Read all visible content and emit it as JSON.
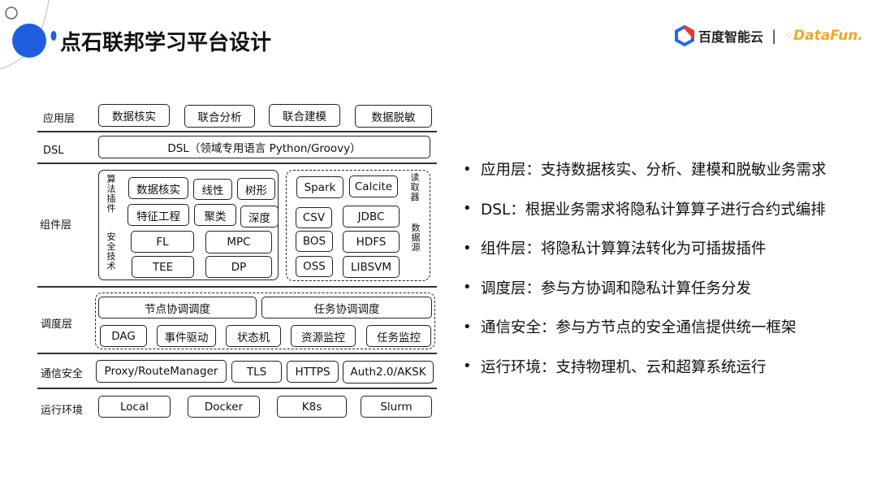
{
  "header": {
    "title": "点石联邦学习平台设计",
    "logo_baidu": "百度智能云",
    "logo_separator": "|",
    "logo_datafun": "DataFun."
  },
  "layers": {
    "app": "应用层",
    "dsl": "DSL",
    "component": "组件层",
    "schedule": "调度层",
    "comm": "通信安全",
    "runtime": "运行环境"
  },
  "app_boxes": [
    "数据核实",
    "联合分析",
    "联合建模",
    "数据脱敏"
  ],
  "dsl_box": "DSL（领域专用语言 Python/Groovy）",
  "component": {
    "algo_label": "算法插件",
    "sec_label": "安全技术",
    "algo_row1": [
      "数据核实",
      "线性",
      "树形"
    ],
    "algo_row2": [
      "特征工程",
      "聚类",
      "深度"
    ],
    "sec_row1": [
      "FL",
      "MPC"
    ],
    "sec_row2": [
      "TEE",
      "DP"
    ],
    "reader_label": "读取器",
    "reader_items": [
      "Spark",
      "Calcite"
    ],
    "source_label": "数据源",
    "source_row1": [
      "CSV",
      "JDBC"
    ],
    "source_row2": [
      "BOS",
      "HDFS"
    ],
    "source_row3": [
      "OSS",
      "LIBSVM"
    ]
  },
  "schedule": {
    "top": [
      "节点协调调度",
      "任务协调调度"
    ],
    "bottom": [
      "DAG",
      "事件驱动",
      "状态机",
      "资源监控",
      "任务监控"
    ]
  },
  "comm_boxes": [
    "Proxy/RouteManager",
    "TLS",
    "HTTPS",
    "Auth2.0/AKSK"
  ],
  "runtime_boxes": [
    "Local",
    "Docker",
    "K8s",
    "Slurm"
  ],
  "bullets": [
    "应用层：支持数据核实、分析、建模和脱敏业务需求",
    "DSL：根据业务需求将隐私计算算子进行合约式编排",
    "组件层：将隐私计算算法转化为可插拔插件",
    "调度层：参与方协调和隐私计算任务分发",
    "通信安全：参与方节点的安全通信提供统一框架",
    "运行环境：支持物理机、云和超算系统运行"
  ],
  "colors": {
    "accent_blue": "#1e5fe0",
    "baidu_red": "#e83b2f",
    "baidu_blue": "#2468f2",
    "datafun_orange": "#f5a623"
  }
}
